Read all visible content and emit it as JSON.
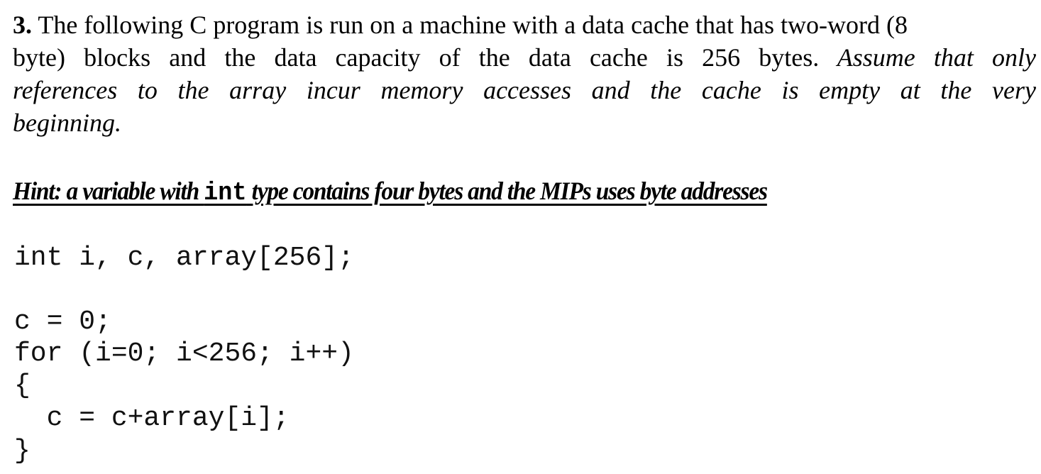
{
  "question": {
    "number": "3.",
    "lines": [
      {
        "text": " The following C program is run on a machine with a data cache that has two-word (8"
      },
      {
        "text": "byte) blocks and the data capacity of the data cache is 256 bytes.",
        "italic_tail": " Assume that only"
      },
      {
        "italic": "references to the array incur memory accesses and the cache is empty at the very"
      },
      {
        "italic": "beginning."
      }
    ]
  },
  "hint": {
    "before": "Hint: a variable with ",
    "keyword": "int",
    "after": " type contains four bytes and the MIPs uses byte addresses"
  },
  "code": {
    "declaration": "int i, c, array[256];",
    "lines": [
      "c = 0;",
      "for (i=0; i<256; i++)",
      "{",
      "  c = c+array[i];",
      "}"
    ]
  }
}
